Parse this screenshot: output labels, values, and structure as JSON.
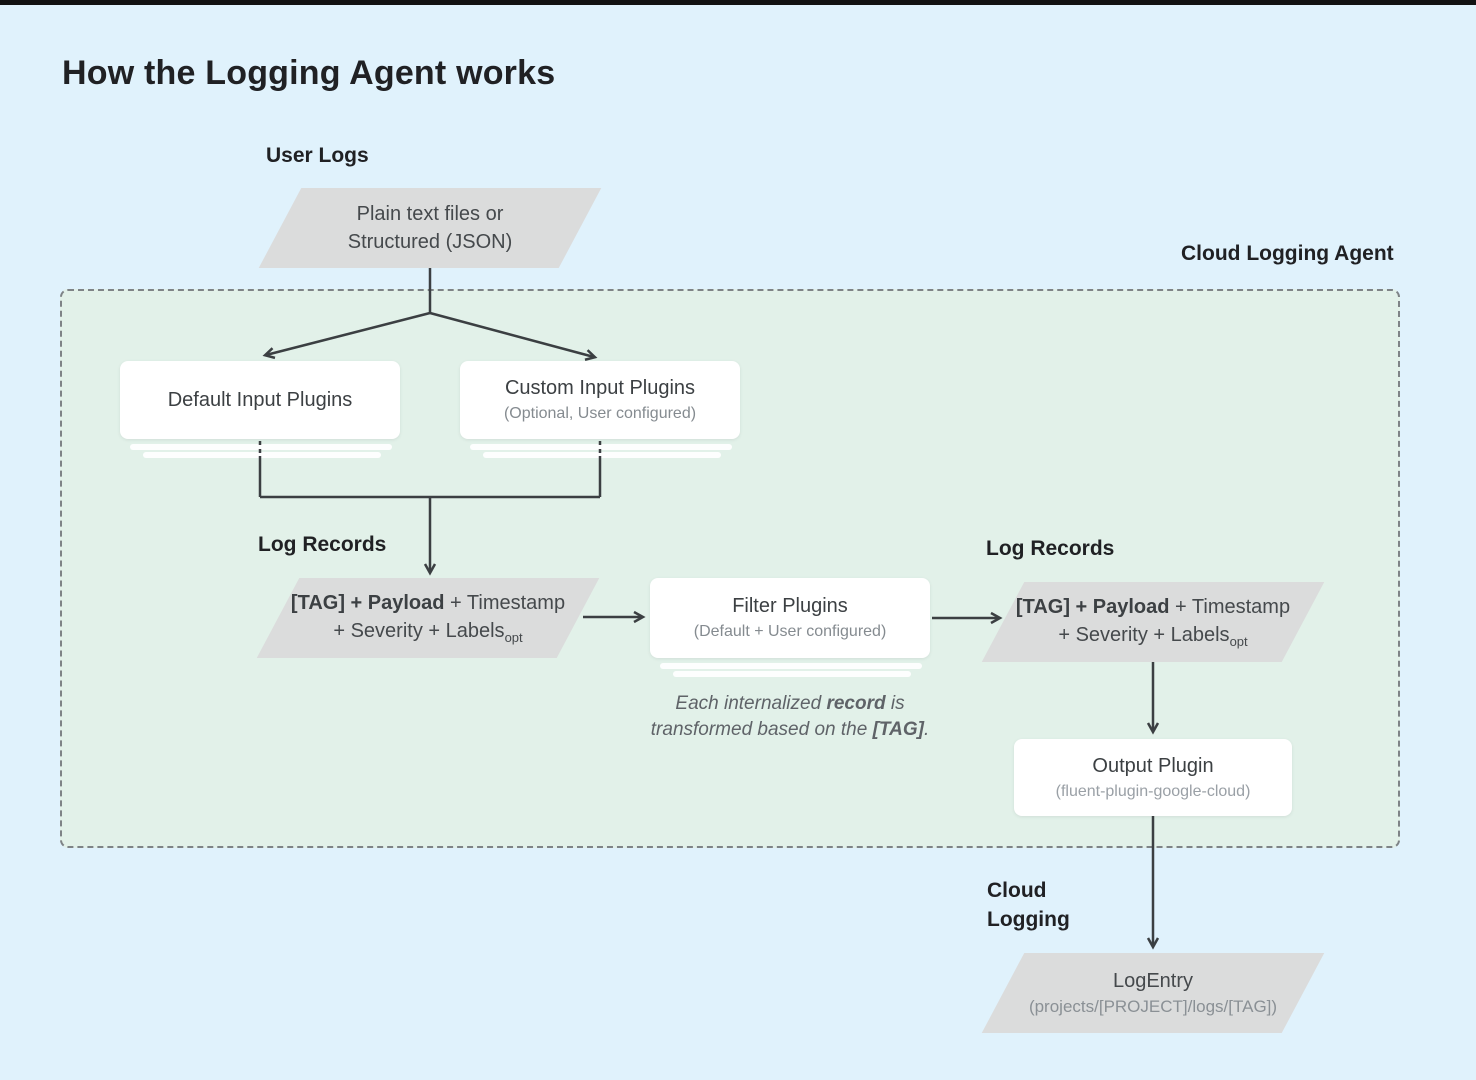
{
  "title": "How the Logging Agent works",
  "agent": {
    "label": "Cloud Logging Agent"
  },
  "labels": {
    "user_logs": "User Logs",
    "log_records_left": "Log Records",
    "log_records_right": "Log Records",
    "cloud_logging_line1": "Cloud",
    "cloud_logging_line2": "Logging"
  },
  "nodes": {
    "user_input": {
      "line1": "Plain text files or",
      "line2": "Structured (JSON)"
    },
    "default_input": {
      "title": "Default Input Plugins"
    },
    "custom_input": {
      "title": "Custom Input Plugins",
      "subtitle": "(Optional, User configured)"
    },
    "log_record_left": {
      "bold": "[TAG] + Payload",
      "regular": " + Timestamp",
      "line2": "+ Severity + Labels",
      "subscript": "opt"
    },
    "filter": {
      "title": "Filter Plugins",
      "subtitle": "(Default + User configured)"
    },
    "log_record_right": {
      "bold": "[TAG] + Payload",
      "regular": " + Timestamp",
      "line2": "+ Severity + Labels",
      "subscript": "opt"
    },
    "output": {
      "title": "Output Plugin",
      "subtitle": "(fluent-plugin-google-cloud)"
    },
    "log_entry": {
      "title": "LogEntry",
      "subtitle": "(projects/[PROJECT]/logs/[TAG])"
    }
  },
  "note": {
    "seg1": "Each internalized ",
    "seg2": "record",
    "seg3": " is",
    "seg4": "transformed based on the ",
    "seg5": "[TAG]",
    "seg6": "."
  },
  "colors": {
    "background": "#e0f2fc",
    "agent_region_bg": "#e2f1e9",
    "agent_region_border": "#7e8386",
    "parallelogram": "#dbdcdc",
    "node_bg": "#ffffff",
    "arrow": "#3b3f42",
    "text_dark": "#3c4043",
    "text_label": "#202124",
    "text_muted": "#858b90",
    "note_text": "#5f6368"
  }
}
